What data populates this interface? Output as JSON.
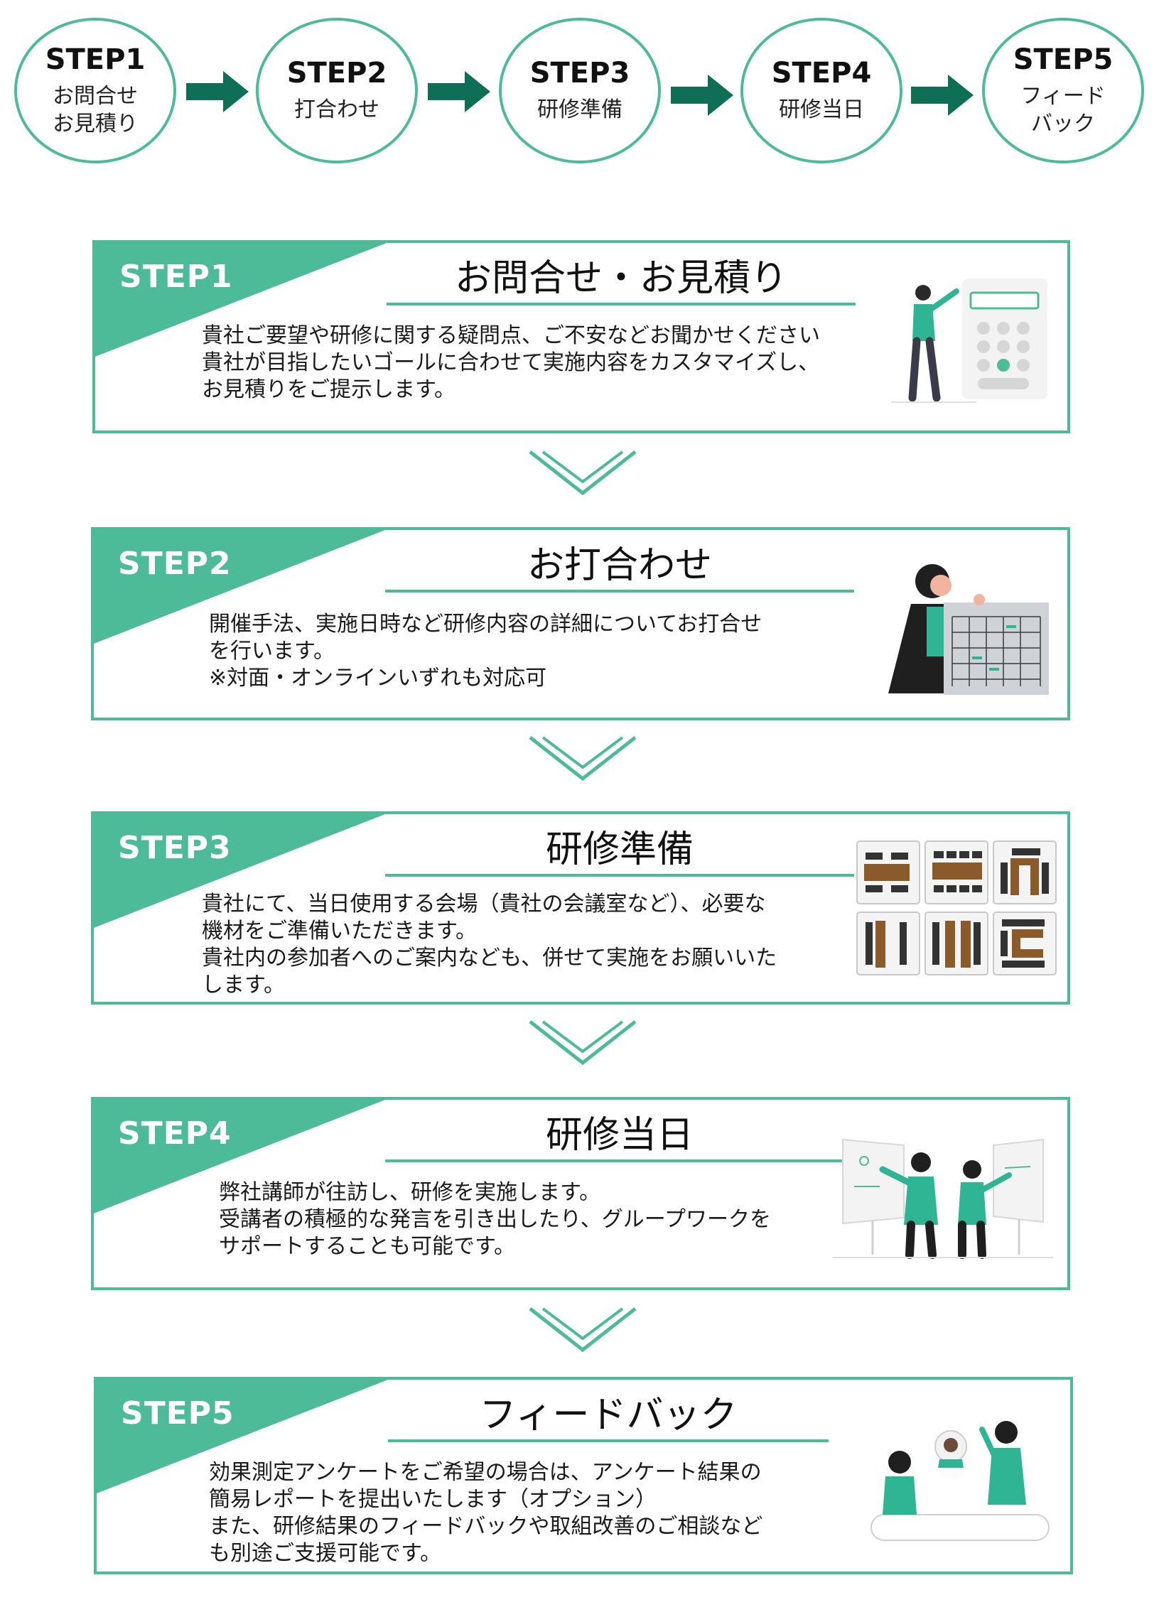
{
  "colors": {
    "accent": "#4dba98",
    "arrow": "#0f6e56"
  },
  "flow": [
    {
      "step": "STEP1",
      "label": "お問合せ\nお見積り"
    },
    {
      "step": "STEP2",
      "label": "打合わせ"
    },
    {
      "step": "STEP3",
      "label": "研修準備"
    },
    {
      "step": "STEP4",
      "label": "研修当日"
    },
    {
      "step": "STEP5",
      "label": "フィード\nバック"
    }
  ],
  "cards": [
    {
      "step": "STEP1",
      "title": "お問合せ・お見積り",
      "body": "貴社ご要望や研修に関する疑問点、ご不安などお聞かせください\n貴社が目指したいゴールに合わせて実施内容をカスタマイズし、\nお見積りをご提示します。",
      "icon": "person-with-calculator-icon"
    },
    {
      "step": "STEP2",
      "title": "お打合わせ",
      "body": "開催手法、実施日時など研修内容の詳細についてお打合せ\nを行います。\n※対面・オンラインいずれも対応可",
      "icon": "woman-with-calendar-icon"
    },
    {
      "step": "STEP3",
      "title": "研修準備",
      "body": "貴社にて、当日使用する会場（貴社の会議室など）、必要な\n機材をご準備いただきます。\n貴社内の参加者へのご案内なども、併せて実施をお願いいた\nします。",
      "icon": "room-layouts-icon"
    },
    {
      "step": "STEP4",
      "title": "研修当日",
      "body": "弊社講師が往訪し、研修を実施します。\n受講者の積極的な発言を引き出したり、グループワークを\nサポートすることも可能です。",
      "icon": "presenters-whiteboard-icon"
    },
    {
      "step": "STEP5",
      "title": "フィードバック",
      "body": "効果測定アンケートをご希望の場合は、アンケート結果の\n簡易レポートを提出いたします（オプション）\nまた、研修結果のフィードバックや取組改善のご相談など\nも別途ご支援可能です。",
      "icon": "team-meeting-icon"
    }
  ]
}
